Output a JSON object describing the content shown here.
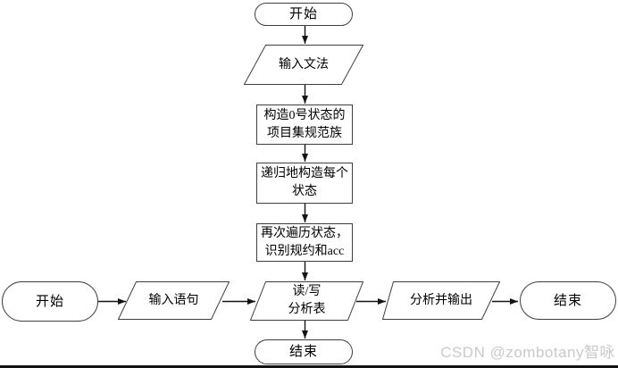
{
  "diagram": {
    "type": "flowchart",
    "language": "zh-CN",
    "nodes": {
      "start_top": {
        "label": "开始",
        "shape": "terminator"
      },
      "input_grammar": {
        "label": "输入文法",
        "shape": "input-output"
      },
      "construct_state0": {
        "label": "构造0号状态的\n项目集规范族",
        "shape": "process"
      },
      "recursive_construct": {
        "label": "递归地构造每个\n状态",
        "shape": "process"
      },
      "traverse_states": {
        "label": "再次遍历状态，\n识别规约和acc",
        "shape": "process"
      },
      "start_bottom": {
        "label": "开始",
        "shape": "terminator"
      },
      "input_sentence": {
        "label": "输入语句",
        "shape": "input-output"
      },
      "rw_table": {
        "label": "读/写\n分析表",
        "shape": "input-output"
      },
      "analyze_output": {
        "label": "分析并输出",
        "shape": "input-output"
      },
      "end_right": {
        "label": "结束",
        "shape": "terminator"
      },
      "end_bottom": {
        "label": "结束",
        "shape": "terminator"
      }
    },
    "edges": [
      {
        "from": "start_top",
        "to": "input_grammar"
      },
      {
        "from": "input_grammar",
        "to": "construct_state0"
      },
      {
        "from": "construct_state0",
        "to": "recursive_construct"
      },
      {
        "from": "recursive_construct",
        "to": "traverse_states"
      },
      {
        "from": "traverse_states",
        "to": "rw_table"
      },
      {
        "from": "start_bottom",
        "to": "input_sentence"
      },
      {
        "from": "input_sentence",
        "to": "rw_table"
      },
      {
        "from": "rw_table",
        "to": "analyze_output"
      },
      {
        "from": "analyze_output",
        "to": "end_right"
      },
      {
        "from": "rw_table",
        "to": "end_bottom"
      }
    ],
    "colors": {
      "background": "#ffffff",
      "shape_fill": "#ffffff",
      "shape_border": "#3f3f3f",
      "arrow": "#141414",
      "text": "#000000",
      "watermark_text": "#c9c9c9",
      "bottom_line": "#121212"
    }
  },
  "watermark": {
    "text": "CSDN @zombotany智咏"
  }
}
